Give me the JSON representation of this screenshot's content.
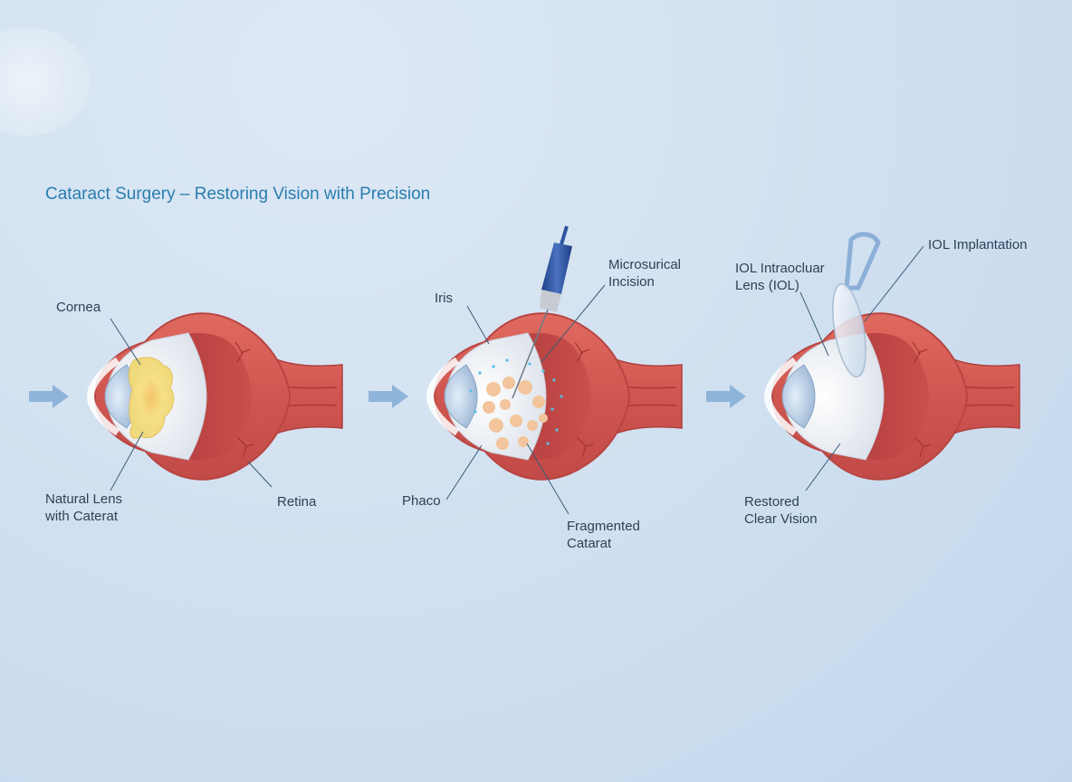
{
  "title": "Cataract Surgery – Restoring Vision with Precision",
  "colors": {
    "title": "#2a7db0",
    "label": "#2f4156",
    "eye_wall": "#d9605a",
    "eye_inner": "#b8413e",
    "vitreous": "#eef1f5",
    "cataract": "#f2dc7e",
    "arrow": "#8fb4da",
    "instrument": "#2f55a0",
    "background": "#d3e2f1"
  },
  "panels": [
    {
      "name": "before",
      "arrow_icon": "right-arrow-icon",
      "labels": {
        "cornea": "Cornea",
        "lens_line1": "Natural Lens",
        "lens_line2": "with Caterat",
        "retina": "Retina"
      }
    },
    {
      "name": "phacoemulsification",
      "arrow_icon": "right-arrow-icon",
      "labels": {
        "iris": "Iris",
        "incision_line1": "Microsurical",
        "incision_line2": "Incision",
        "phaco": "Phaco",
        "fragment_line1": "Fragmented",
        "fragment_line2": "Catarat"
      }
    },
    {
      "name": "after",
      "arrow_icon": "right-arrow-icon",
      "labels": {
        "iol_line1": "IOL Intraocluar",
        "iol_line2": "Lens (IOL)",
        "implant": "IOL Implantation",
        "restored_line1": "Restored",
        "restored_line2": "Clear Vision"
      }
    }
  ]
}
